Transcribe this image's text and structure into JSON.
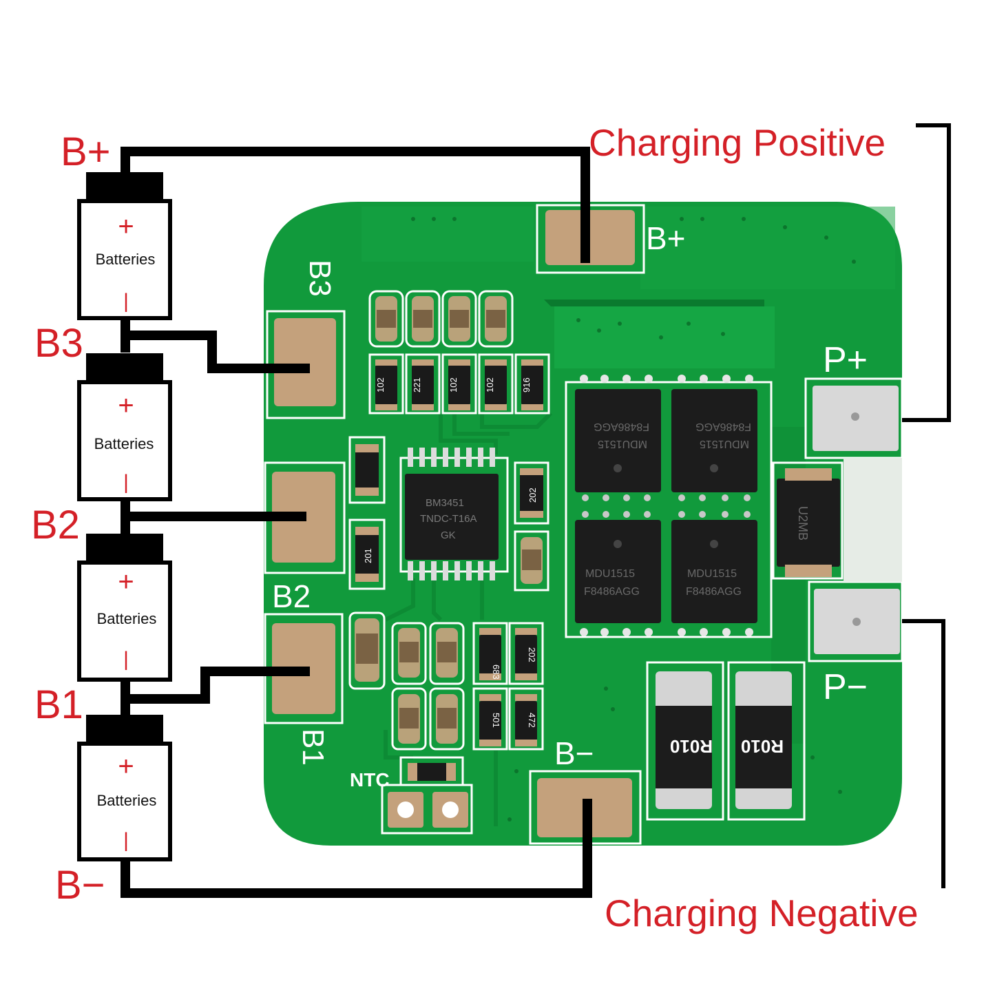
{
  "terminal_labels": {
    "b_plus": "B+",
    "b3": "B3",
    "b2": "B2",
    "b1": "B1",
    "b_minus": "B−"
  },
  "charging": {
    "positive": "Charging Positive",
    "negative": "Charging Negative"
  },
  "batteries": [
    {
      "label": "Batteries",
      "plus": "+",
      "minus": "|"
    },
    {
      "label": "Batteries",
      "plus": "+",
      "minus": "|"
    },
    {
      "label": "Batteries",
      "plus": "+",
      "minus": "|"
    },
    {
      "label": "Batteries",
      "plus": "+",
      "minus": "|"
    }
  ],
  "board": {
    "silk_b_plus": "B+",
    "silk_b3": "B3",
    "silk_b2": "B2",
    "silk_b1": "B1",
    "silk_b_minus": "B−",
    "silk_p_plus": "P+",
    "silk_p_minus": "P−",
    "silk_ntc": "NTC",
    "ic_line1": "BM3451",
    "ic_line2": "TNDC-T16A",
    "ic_line3": "GK",
    "mosfet_line1": "MDU1515",
    "mosfet_line2": "F8486AGG",
    "diode": "U2MB",
    "shunt": "R010",
    "resistor_codes": [
      "102",
      "221",
      "102",
      "102",
      "916",
      "202",
      "201",
      "683",
      "202",
      "501",
      "472"
    ]
  },
  "colors": {
    "wire": "#000000",
    "label_red": "#d42027",
    "pcb": "#119a3c",
    "pcb_dark": "#0a7a2e",
    "pad": "#c4a17c",
    "silk": "#ffffff"
  }
}
